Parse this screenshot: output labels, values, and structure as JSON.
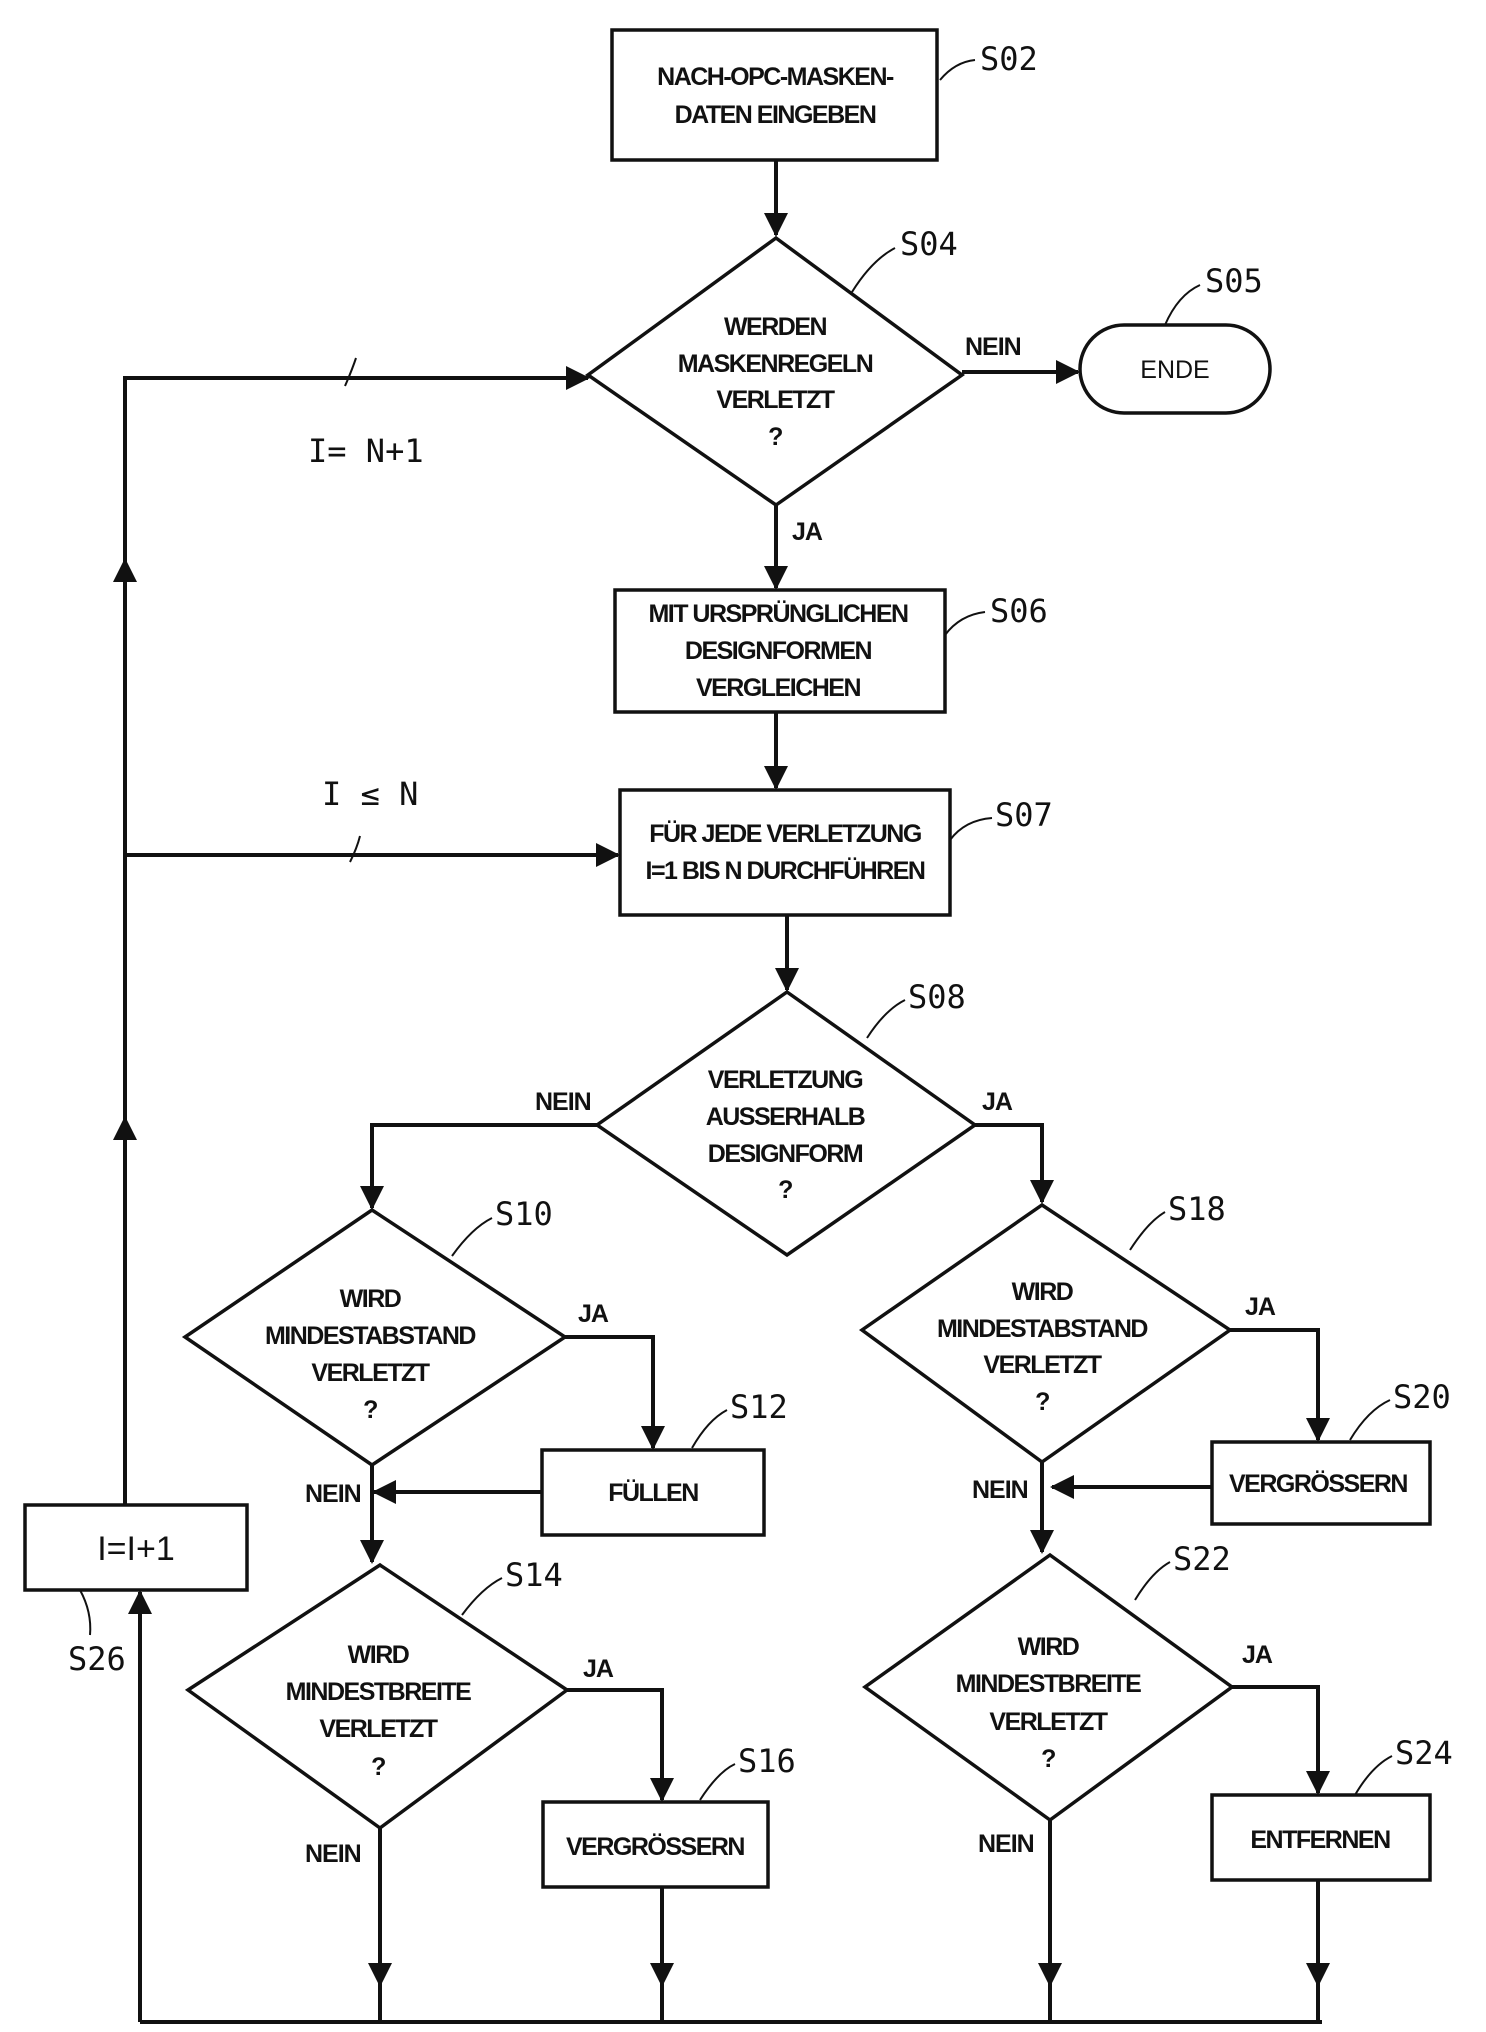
{
  "nodes": {
    "s02": {
      "step": "S02",
      "lines": [
        "NACH-OPC-MASKEN-",
        "DATEN EINGEBEN"
      ]
    },
    "s04": {
      "step": "S04",
      "lines": [
        "WERDEN",
        "MASKENREGELN",
        "VERLETZT",
        "?"
      ]
    },
    "s05": {
      "step": "S05",
      "lines": [
        "ENDE"
      ]
    },
    "s06": {
      "step": "S06",
      "lines": [
        "MIT URSPRÜNGLICHEN",
        "DESIGNFORMEN",
        "VERGLEICHEN"
      ]
    },
    "s07": {
      "step": "S07",
      "lines": [
        "FÜR JEDE VERLETZUNG",
        "I=1 BIS N DURCHFÜHREN"
      ]
    },
    "s08": {
      "step": "S08",
      "lines": [
        "VERLETZUNG",
        "AUSSERHALB",
        "DESIGNFORM",
        "?"
      ]
    },
    "s10": {
      "step": "S10",
      "lines": [
        "WIRD",
        "MINDESTABSTAND",
        "VERLETZT",
        "?"
      ]
    },
    "s12": {
      "step": "S12",
      "lines": [
        "FÜLLEN"
      ]
    },
    "s14": {
      "step": "S14",
      "lines": [
        "WIRD",
        "MINDESTBREITE",
        "VERLETZT",
        "?"
      ]
    },
    "s16": {
      "step": "S16",
      "lines": [
        "VERGRÖSSERN"
      ]
    },
    "s18": {
      "step": "S18",
      "lines": [
        "WIRD",
        "MINDESTABSTAND",
        "VERLETZT",
        "?"
      ]
    },
    "s20": {
      "step": "S20",
      "lines": [
        "VERGRÖSSERN"
      ]
    },
    "s22": {
      "step": "S22",
      "lines": [
        "WIRD",
        "MINDESTBREITE",
        "VERLETZT",
        "?"
      ]
    },
    "s24": {
      "step": "S24",
      "lines": [
        "ENTFERNEN"
      ]
    },
    "s26": {
      "step": "S26",
      "lines": [
        "I=I+1"
      ]
    }
  },
  "edge_labels": {
    "nein": "NEIN",
    "ja": "JA",
    "loop_n_plus_1": "I= N+1",
    "loop_le_n": "I ≤ N"
  }
}
